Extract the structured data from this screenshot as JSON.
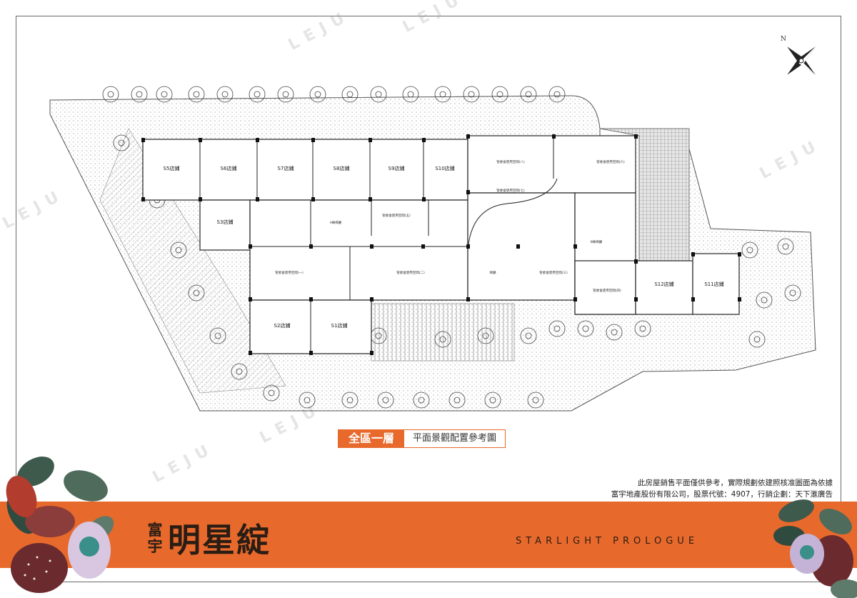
{
  "watermark": "LEJU",
  "compass": {
    "north_label": "N"
  },
  "plan": {
    "shops": [
      {
        "label": "S5店鋪"
      },
      {
        "label": "S6店鋪"
      },
      {
        "label": "S7店鋪"
      },
      {
        "label": "S8店鋪"
      },
      {
        "label": "S9店鋪"
      },
      {
        "label": "S10店鋪"
      },
      {
        "label": "S3店鋪"
      },
      {
        "label": "S2店鋪"
      },
      {
        "label": "S1店鋪"
      },
      {
        "label": "S12店鋪"
      },
      {
        "label": "S11店鋪"
      }
    ],
    "rooms": [
      {
        "label": "管委會使用空間(八)"
      },
      {
        "label": "管委會使用空間(七)"
      },
      {
        "label": "管委會使用空間(六)"
      },
      {
        "label": "管委會使用空間(五)"
      },
      {
        "label": "管委會使用空間(一)"
      },
      {
        "label": "管委會使用空間(二)"
      },
      {
        "label": "梯廳"
      },
      {
        "label": "管委會使用空間(三)"
      },
      {
        "label": "管委會使用空間(四)"
      },
      {
        "label": "A棟梯廳"
      },
      {
        "label": "B棟梯廳"
      }
    ]
  },
  "caption": {
    "main": "全區一層",
    "sub": "平面景觀配置參考圖"
  },
  "disclaimer": {
    "line1": "此房屋銷售平面僅供參考，實際規劃依建照核准圖面為依據",
    "line2": "富宇地產股份有限公司，股票代號：4907，行銷企劃：天下滙廣告"
  },
  "brand": {
    "company_top": "富",
    "company_bottom": "宇",
    "project_name": "明星綻",
    "slogan": "STARLIGHT PROLOGUE"
  },
  "colors": {
    "accent": "#e8692c",
    "brand_text": "#2a1d14",
    "plan_line": "#333333"
  }
}
